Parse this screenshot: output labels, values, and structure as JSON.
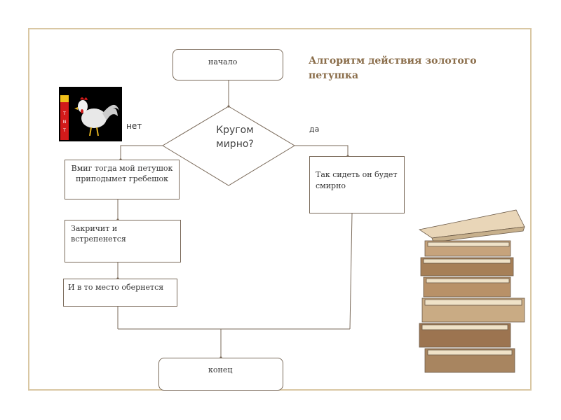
{
  "title": "Алгоритм действия золотого петушка",
  "nodes": {
    "start": "начало",
    "decision_line1": "Кругом",
    "decision_line2": "мирно?",
    "no_step1": "Вмиг тогда мой петушок приподымет гребешок",
    "no_step2": "Закричит и встрепенется",
    "no_step3": "И в то место обернется",
    "yes_step": "Так сидеть он будет смирно",
    "end": "конец"
  },
  "branch_labels": {
    "no": "нет",
    "yes": "да"
  },
  "colors": {
    "title": "#8a6d4a",
    "frame": "#d9c7a3",
    "line": "#7a6a5a"
  },
  "icons": {
    "rooster": "rooster-icon",
    "books": "book-stack-icon"
  }
}
